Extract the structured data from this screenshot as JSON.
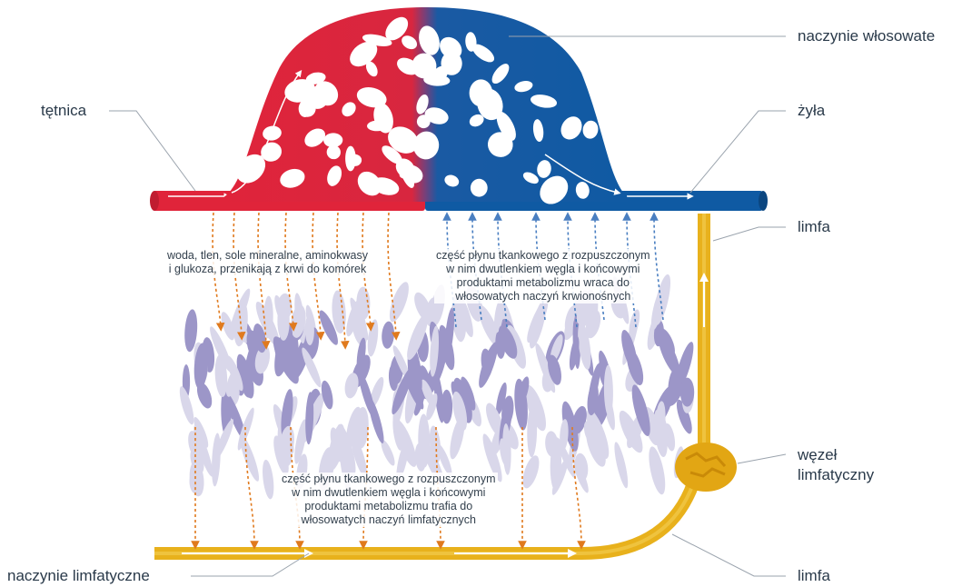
{
  "labels": {
    "capillary": "naczynie włosowate",
    "artery": "tętnica",
    "vein": "żyła",
    "lymph_top": "limfa",
    "node_line1": "węzeł",
    "node_line2": "limfatyczny",
    "lymph_vessel": "naczynie limfatyczne",
    "lymph_bottom": "limfa"
  },
  "notes": {
    "outflow": [
      "woda, tlen, sole mineralne, aminokwasy",
      "i glukoza, przenikają z krwi do komórek"
    ],
    "return_blood": [
      "część płynu tkankowego z rozpuszczonym",
      "w nim dwutlenkiem węgla i końcowymi",
      "produktami metabolizmu wraca do",
      "włosowatych naczyń krwionośnych"
    ],
    "return_lymph": [
      "część płynu tkankowego z rozpuszczonym",
      "w nim dwutlenkiem węgla i końcowymi",
      "produktami metabolizmu trafia do",
      "włosowatych naczyń limfatycznych"
    ]
  },
  "colors": {
    "artery": "#e0243a",
    "vein": "#0f5aa3",
    "lymph": "#e8b11c",
    "cells": "#9c96c8",
    "cells_pale": "#d9d7ea",
    "arrow_out": "#e07a1e",
    "arrow_in": "#4a7fc1",
    "leader": "#9aa3ad"
  }
}
